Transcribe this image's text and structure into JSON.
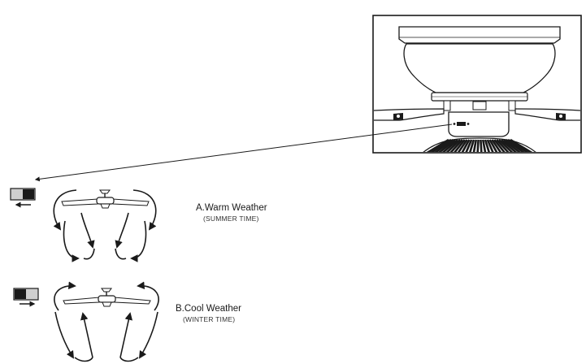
{
  "modes": [
    {
      "id": "warm",
      "title": "A.Warm Weather",
      "subtitle": "(SUMMER TIME)",
      "switch_position": "right",
      "arrow_direction": "left",
      "airflow": "down-center-up-sides"
    },
    {
      "id": "cool",
      "title": "B.Cool Weather",
      "subtitle": "(WINTER TIME)",
      "switch_position": "left",
      "arrow_direction": "right",
      "airflow": "up-center-down-sides"
    }
  ],
  "colors": {
    "line": "#1a1a1a",
    "switch_dark": "#1a1a1a",
    "switch_light": "#cfcfcf",
    "background": "#ffffff"
  },
  "icons": {
    "switch": "reverse-switch-icon",
    "fan": "ceiling-fan-icon",
    "airflow": "curved-arrow-icon"
  }
}
